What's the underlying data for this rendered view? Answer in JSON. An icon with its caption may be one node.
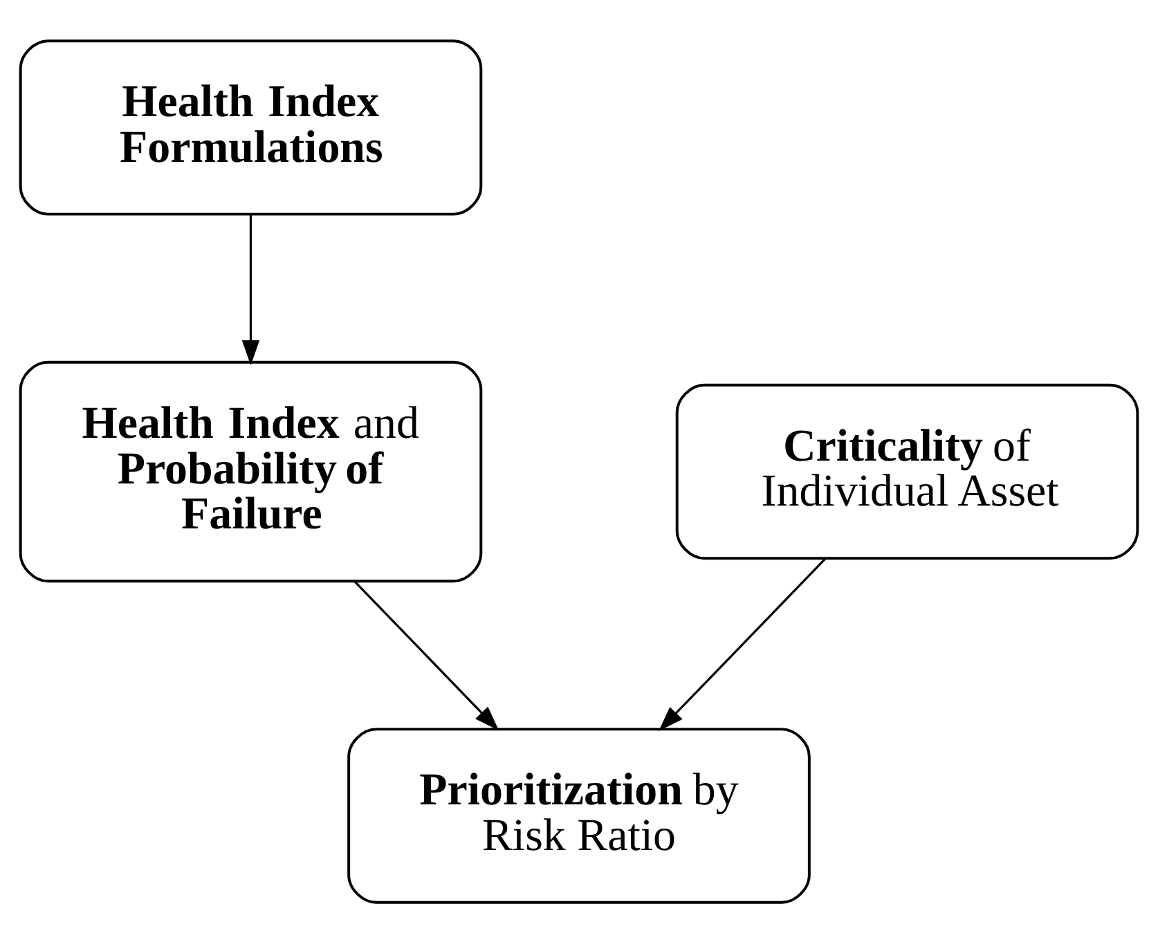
{
  "diagram": {
    "nodes": [
      {
        "text": [
          "**Health Index Formulations**"
        ]
      },
      {
        "text": [
          "**Health Index** and **Probability of Failure**"
        ]
      },
      {
        "text": [
          "**Criticality** of Individual Asset"
        ]
      },
      {
        "text": [
          "**Prioritization** by Risk Ratio"
        ]
      }
    ],
    "edges": [
      {
        "from": 0,
        "to": 1,
        "arrow": "to"
      },
      {
        "from": 1,
        "to": 3,
        "arrow": "to"
      },
      {
        "from": 2,
        "to": 3,
        "arrow": "to"
      }
    ]
  }
}
